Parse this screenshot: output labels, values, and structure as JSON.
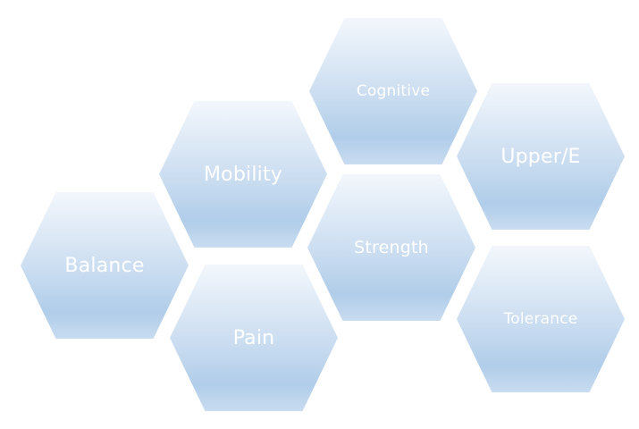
{
  "colors": {
    "hex_top": "#f3f7fc",
    "hex_mid": "#c9dcf0",
    "hex_bottom": "#b0cde9",
    "label": "#ffffff"
  },
  "hexagons": {
    "cognitive": {
      "label": "Cognitive"
    },
    "mobility": {
      "label": "Mobility"
    },
    "upper": {
      "label": "Upper/E"
    },
    "strength": {
      "label": "Strength"
    },
    "balance": {
      "label": "Balance"
    },
    "pain": {
      "label": "Pain"
    },
    "tolerance": {
      "label": "Tolerance"
    }
  }
}
